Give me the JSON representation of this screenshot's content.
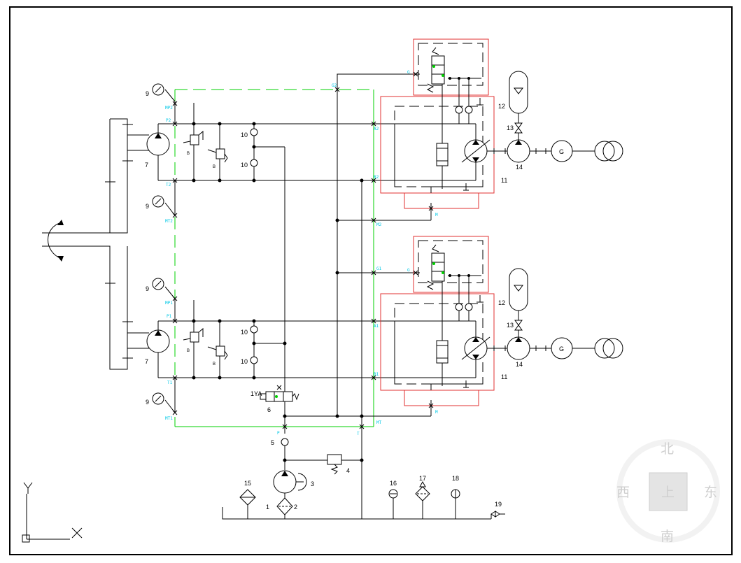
{
  "components": {
    "c1": "1",
    "c2": "2",
    "c3": "3",
    "c4": "4",
    "c5": "5",
    "c6": "6",
    "c7": "7",
    "c9": "9",
    "c10": "10",
    "c11": "11",
    "c12": "12",
    "c13": "13",
    "c14": "14",
    "c15": "15",
    "c16": "16",
    "c17": "17",
    "c18": "18",
    "c19": "19",
    "solenoid": "1YA",
    "generator": "G"
  },
  "ports": {
    "mp2": "MP2",
    "p2": "P2",
    "t2": "T2",
    "mt2": "MT2",
    "mp1": "MP1",
    "p1": "P1",
    "t1": "T1",
    "mt1": "MT1",
    "a2": "A2",
    "b2": "B2",
    "a1": "A1",
    "b1": "B1",
    "g2": "G2",
    "g1": "G1",
    "g": "G",
    "m": "M",
    "m2": "M2",
    "p": "P",
    "t": "T",
    "mt": "MT",
    "b": "B"
  },
  "compass": {
    "north": "北",
    "south": "南",
    "west": "西",
    "east": "东",
    "center": "上"
  },
  "axes": {
    "x": "X",
    "y": "Y"
  },
  "colors": {
    "line": "#000000",
    "pilot": "#00d000",
    "housing": "#e03030",
    "port_label": "#00c8e6"
  }
}
